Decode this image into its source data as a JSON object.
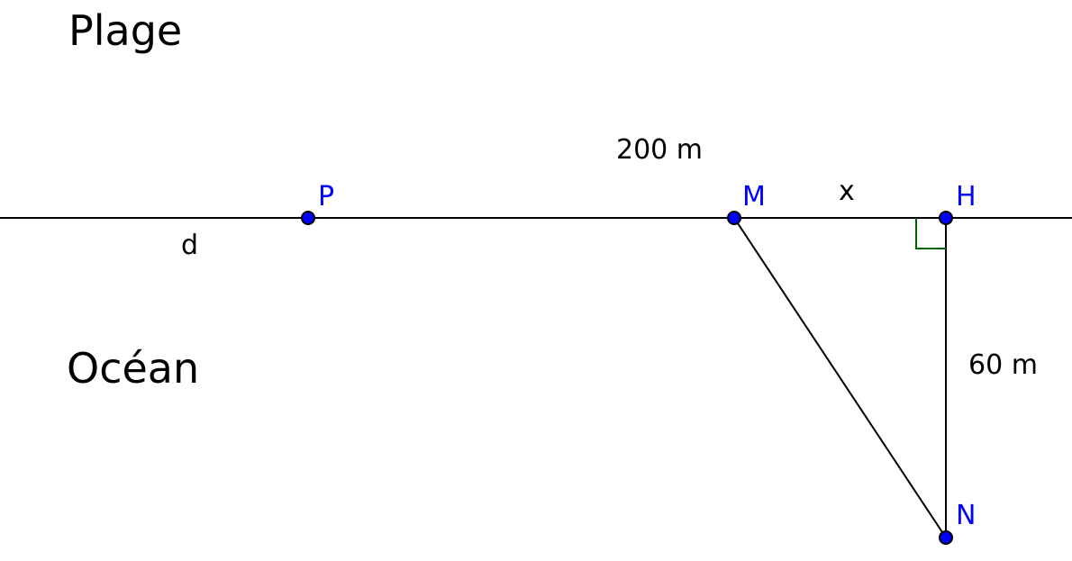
{
  "regions": {
    "beach": "Plage",
    "ocean": "Océan"
  },
  "measurements": {
    "pm_distance": "200 m",
    "mh_distance": "x",
    "shore_offset": "d",
    "hn_distance": "60 m"
  },
  "points": {
    "p": "P",
    "m": "M",
    "h": "H",
    "n": "N"
  },
  "colors": {
    "line": "#000000",
    "point_fill": "#0000ff",
    "point_stroke": "#000000",
    "point_label": "#0000ff",
    "right_angle": "#006400"
  }
}
